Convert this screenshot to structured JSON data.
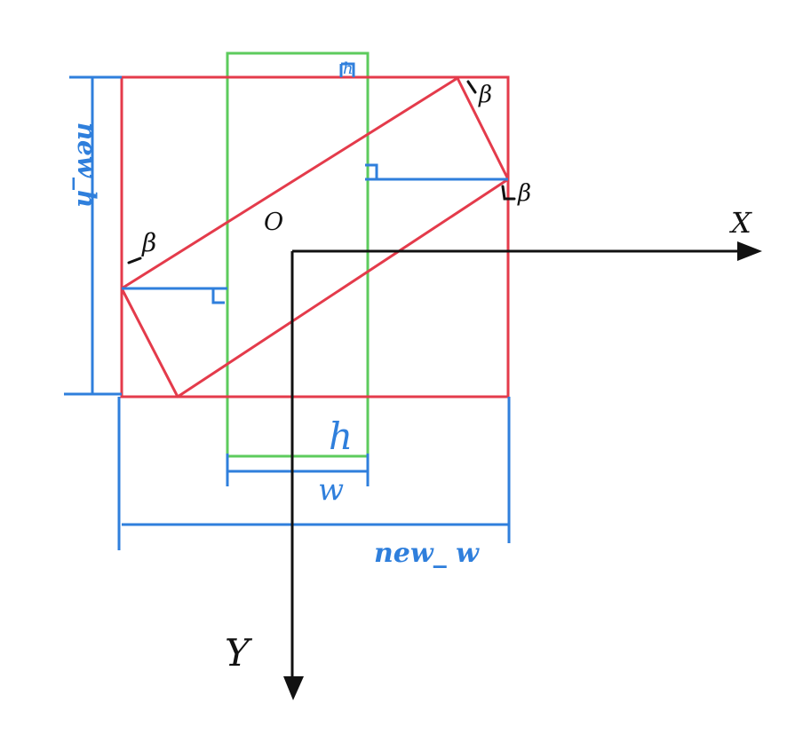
{
  "colors": {
    "red": "#e43b4b",
    "green": "#5dcb5d",
    "blue": "#2f7fdc",
    "black": "#111111"
  },
  "labels": {
    "origin": "O",
    "x_axis": "X",
    "y_axis": "Y",
    "beta_top_right": "β",
    "beta_right": "β",
    "beta_left": "β",
    "h_bottom": "h",
    "h_top": "h",
    "w": "w",
    "new_w": "new_ w",
    "new_h": "new_h"
  }
}
